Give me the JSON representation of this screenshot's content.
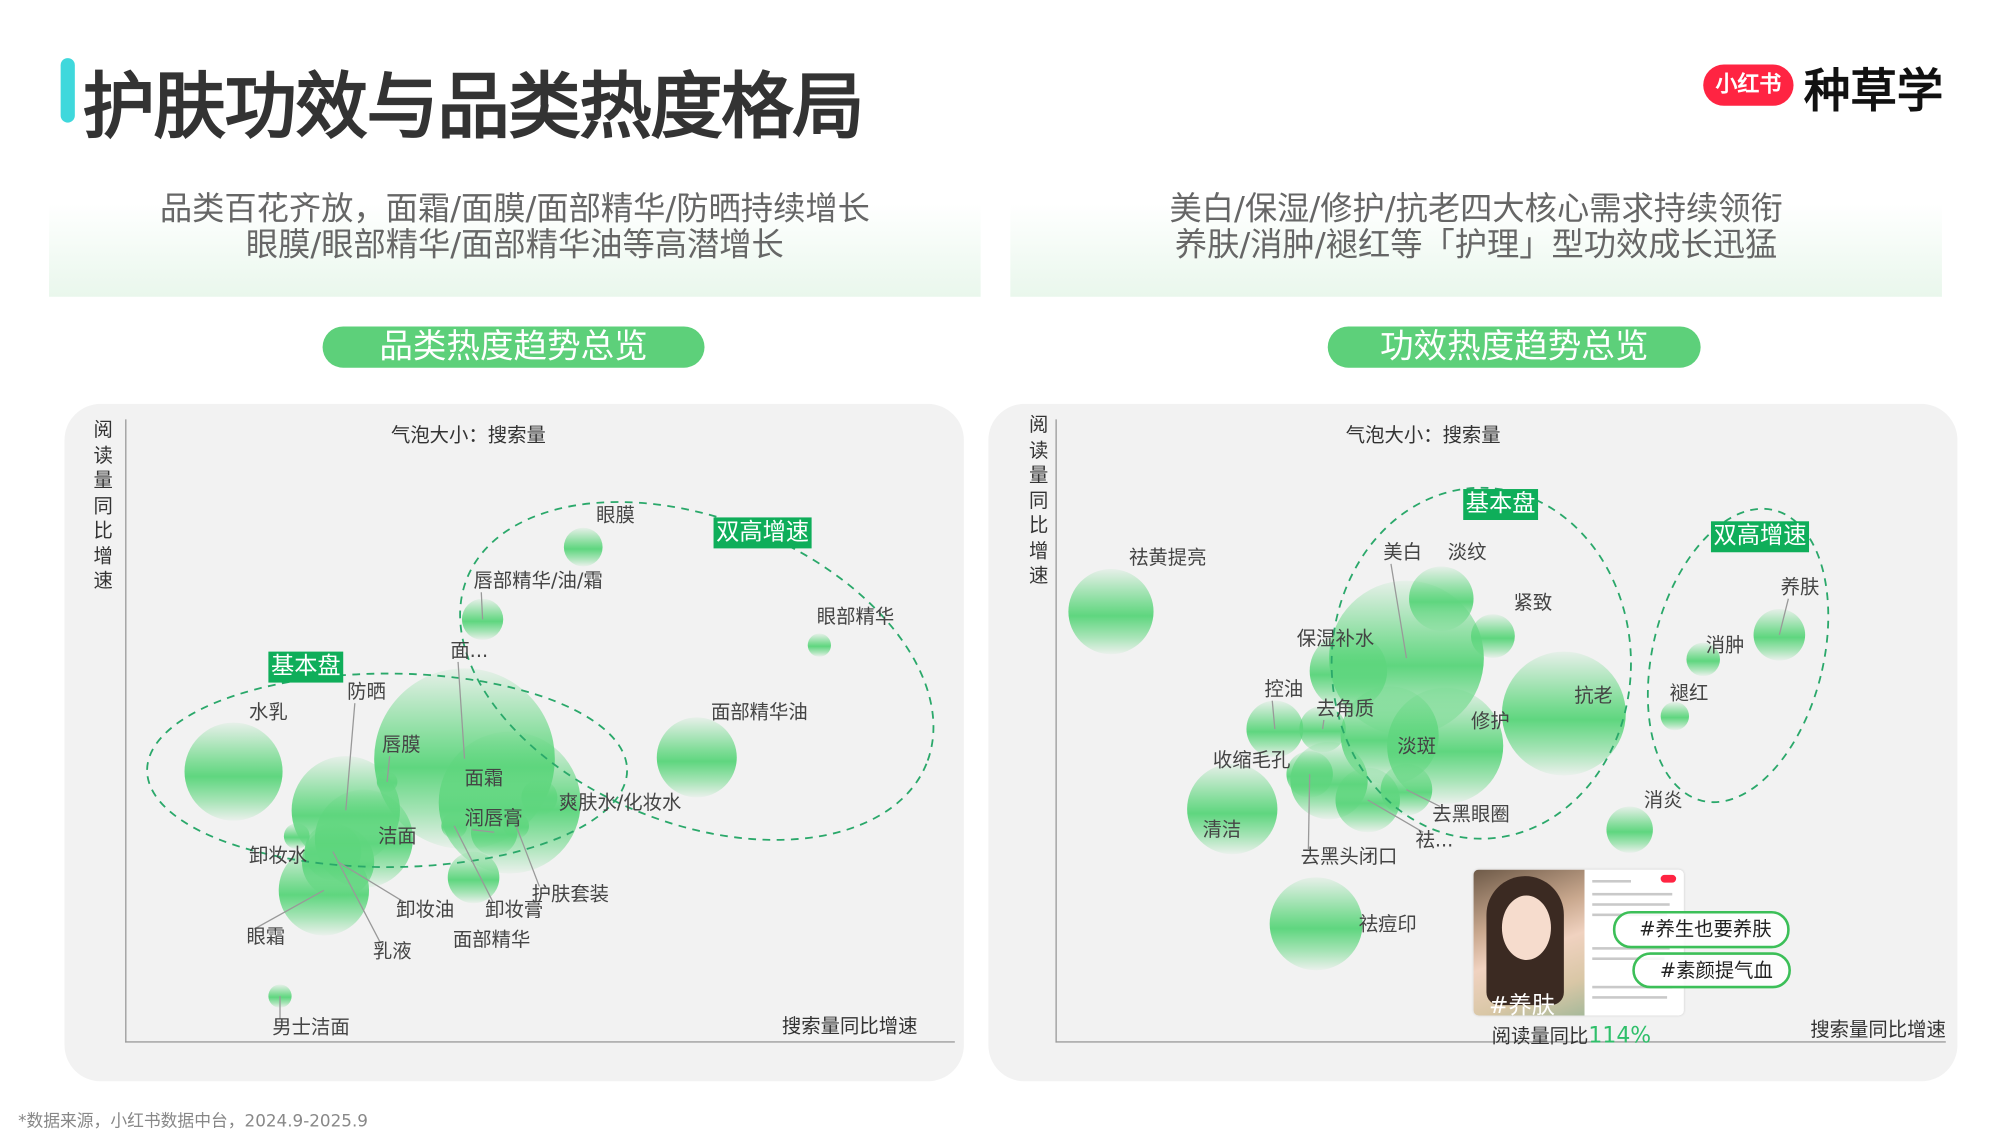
{
  "header": {
    "title": "护肤功效与品类热度格局",
    "logo_badge": "小红书",
    "logo_text": "种草学",
    "accent_color": "#3fd8dc",
    "brand_color": "#ff2442"
  },
  "left": {
    "summary": [
      "品类百花齐放，面霜/面膜/面部精华/防晒持续增长",
      "眼膜/眼部精华/面部精华油等高潜增长"
    ],
    "pill": "品类热度趋势总览"
  },
  "right": {
    "summary": [
      "美白/保湿/修护/抗老四大核心需求持续领衔",
      "养肤/消肿/褪红等「护理」型功效成长迅猛"
    ],
    "pill": "功效热度趋势总览",
    "inset": {
      "photo_tag": "#养肤",
      "tags": [
        "#养生也要养肤",
        "#素颜提气血"
      ],
      "caption": "阅读量同比",
      "caption_value": "114%"
    }
  },
  "chart_data": [
    {
      "type": "scatter",
      "variant": "bubble",
      "size_note": "气泡大小：搜索量",
      "xlabel": "搜索量同比增速",
      "ylabel": "阅读量同比增速",
      "groups": [
        "基本盘",
        "双高增速"
      ],
      "bubble_color": "#5fd67f",
      "bubbles": [
        {
          "label": "眼膜"
        },
        {
          "label": "唇部精华/油/霜"
        },
        {
          "label": "眼部精华"
        },
        {
          "label": "面部精华油"
        },
        {
          "label": "面..."
        },
        {
          "label": "水乳"
        },
        {
          "label": "防晒"
        },
        {
          "label": "唇膜"
        },
        {
          "label": "面霜"
        },
        {
          "label": "爽肤水/化妆水"
        },
        {
          "label": "润唇膏"
        },
        {
          "label": "洁面"
        },
        {
          "label": "卸妆水"
        },
        {
          "label": "卸妆油"
        },
        {
          "label": "眼霜"
        },
        {
          "label": "乳液"
        },
        {
          "label": "卸妆膏"
        },
        {
          "label": "面部精华"
        },
        {
          "label": "护肤套装"
        },
        {
          "label": "男士洁面"
        }
      ]
    },
    {
      "type": "scatter",
      "variant": "bubble",
      "size_note": "气泡大小：搜索量",
      "xlabel": "搜索量同比增速",
      "ylabel": "阅读量同比增速",
      "groups": [
        "基本盘",
        "双高增速"
      ],
      "bubble_color": "#5fd67f",
      "bubbles": [
        {
          "label": "祛黄提亮"
        },
        {
          "label": "美白"
        },
        {
          "label": "淡纹"
        },
        {
          "label": "紧致"
        },
        {
          "label": "保湿补水"
        },
        {
          "label": "控油"
        },
        {
          "label": "去角质"
        },
        {
          "label": "抗老"
        },
        {
          "label": "修护"
        },
        {
          "label": "淡斑"
        },
        {
          "label": "收缩毛孔"
        },
        {
          "label": "去黑眼圈"
        },
        {
          "label": "清洁"
        },
        {
          "label": "祛..."
        },
        {
          "label": "去黑头闭口"
        },
        {
          "label": "祛痘印"
        },
        {
          "label": "消炎"
        },
        {
          "label": "养肤"
        },
        {
          "label": "消肿"
        },
        {
          "label": "褪红"
        }
      ]
    }
  ],
  "footer": "*数据来源，小红书数据中台，2024.9-2025.9"
}
